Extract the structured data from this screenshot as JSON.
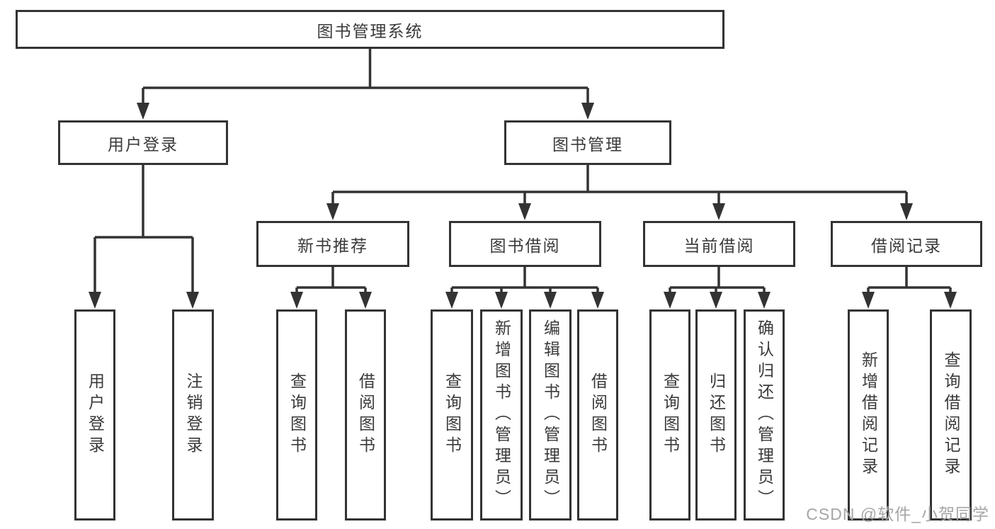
{
  "diagram": {
    "root": {
      "label": "图书管理系统"
    },
    "level2": [
      {
        "id": "user-login",
        "label": "用户登录"
      },
      {
        "id": "book-management",
        "label": "图书管理"
      }
    ],
    "level3": [
      {
        "id": "new-book-recommend",
        "label": "新书推荐",
        "parent": "图书管理"
      },
      {
        "id": "book-borrow",
        "label": "图书借阅",
        "parent": "图书管理"
      },
      {
        "id": "current-borrow",
        "label": "当前借阅",
        "parent": "图书管理"
      },
      {
        "id": "borrow-records",
        "label": "借阅记录",
        "parent": "图书管理"
      }
    ],
    "leaves": [
      {
        "id": "user-login-leaf",
        "label": "用户登录",
        "parent": "用户登录"
      },
      {
        "id": "logout",
        "label": "注销登录",
        "parent": "用户登录"
      },
      {
        "id": "query-books-recommend",
        "label": "查询图书",
        "parent": "新书推荐"
      },
      {
        "id": "borrow-books-recommend",
        "label": "借阅图书",
        "parent": "新书推荐"
      },
      {
        "id": "query-books-borrow",
        "label": "查询图书",
        "parent": "图书借阅"
      },
      {
        "id": "add-books-admin",
        "label": "新增图书（管理员）",
        "parent": "图书借阅"
      },
      {
        "id": "edit-books-admin",
        "label": "编辑图书（管理员）",
        "parent": "图书借阅"
      },
      {
        "id": "borrow-books",
        "label": "借阅图书",
        "parent": "图书借阅"
      },
      {
        "id": "query-books-current",
        "label": "查询图书",
        "parent": "当前借阅"
      },
      {
        "id": "return-books",
        "label": "归还图书",
        "parent": "当前借阅"
      },
      {
        "id": "confirm-return-admin",
        "label": "确认归还（管理员）",
        "parent": "当前借阅"
      },
      {
        "id": "add-borrow-record",
        "label": "新增借阅记录",
        "parent": "借阅记录"
      },
      {
        "id": "query-borrow-record",
        "label": "查询借阅记录",
        "parent": "借阅记录"
      }
    ]
  },
  "watermark": "CSDN @软件_小贺同学",
  "colors": {
    "line": "#333333",
    "text": "#3a3a3a",
    "watermark": "#a6a6a6",
    "background": "#ffffff"
  }
}
